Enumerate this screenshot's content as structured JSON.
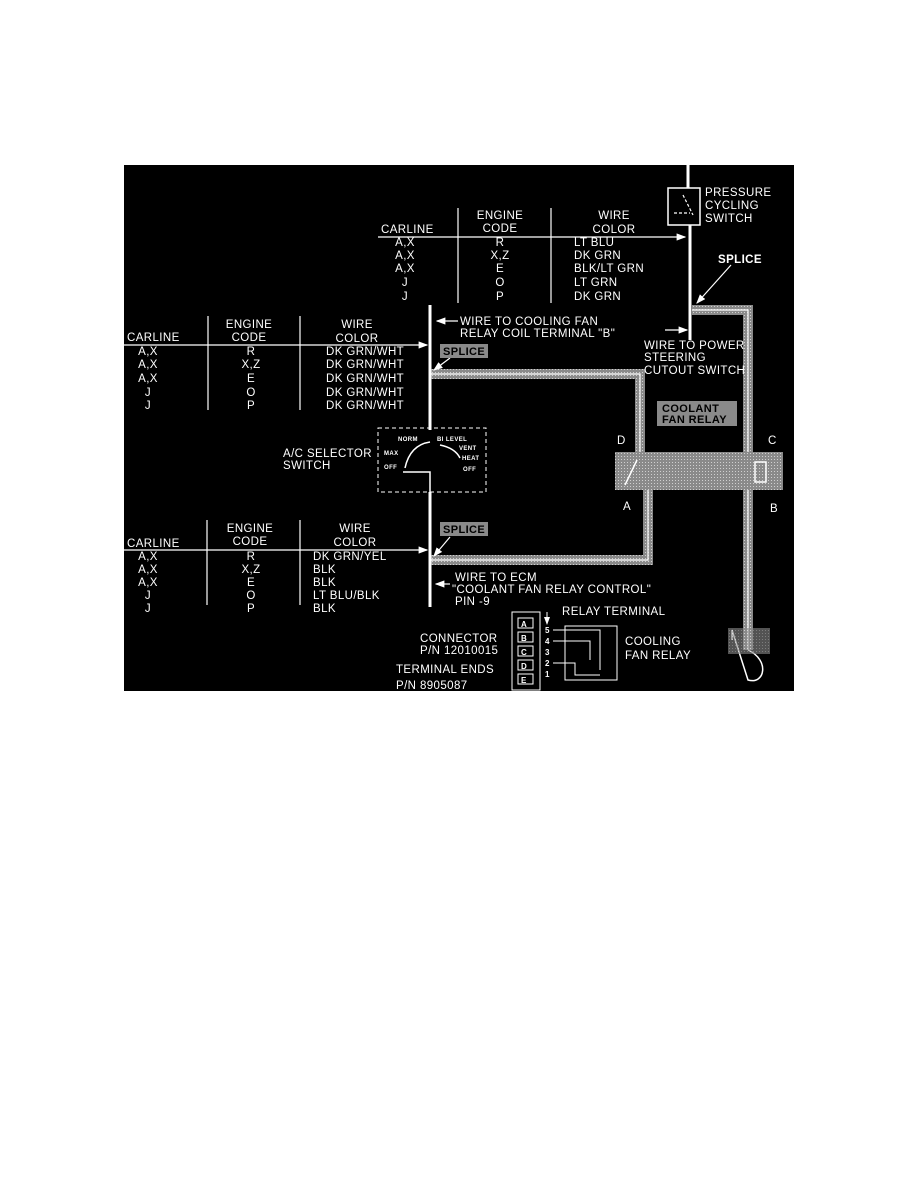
{
  "colors": {
    "background": "#000000",
    "line": "#ffffff",
    "harness": "#9a9a9a"
  },
  "table_top": {
    "headers": {
      "carline": "CARLINE",
      "engine_1": "ENGINE",
      "engine_2": "CODE",
      "wire_1": "WIRE",
      "wire_2": "COLOR"
    },
    "rows": [
      {
        "carline": "A,X",
        "engine": "R",
        "wire": "LT BLU"
      },
      {
        "carline": "A,X",
        "engine": "X,Z",
        "wire": "DK GRN"
      },
      {
        "carline": "A,X",
        "engine": "E",
        "wire": "BLK/LT GRN"
      },
      {
        "carline": "J",
        "engine": "O",
        "wire": "LT GRN"
      },
      {
        "carline": "J",
        "engine": "P",
        "wire": "DK GRN"
      }
    ]
  },
  "table_mid": {
    "headers": {
      "carline": "CARLINE",
      "engine_1": "ENGINE",
      "engine_2": "CODE",
      "wire_1": "WIRE",
      "wire_2": "COLOR"
    },
    "rows": [
      {
        "carline": "A,X",
        "engine": "R",
        "wire": "DK GRN/WHT"
      },
      {
        "carline": "A,X",
        "engine": "X,Z",
        "wire": "DK GRN/WHT"
      },
      {
        "carline": "A,X",
        "engine": "E",
        "wire": "DK GRN/WHT"
      },
      {
        "carline": "J",
        "engine": "O",
        "wire": "DK GRN/WHT"
      },
      {
        "carline": "J",
        "engine": "P",
        "wire": "DK GRN/WHT"
      }
    ]
  },
  "table_bottom": {
    "headers": {
      "carline": "CARLINE",
      "engine_1": "ENGINE",
      "engine_2": "CODE",
      "wire_1": "WIRE",
      "wire_2": "COLOR"
    },
    "rows": [
      {
        "carline": "A,X",
        "engine": "R",
        "wire": "DK GRN/YEL"
      },
      {
        "carline": "A,X",
        "engine": "X,Z",
        "wire": "BLK"
      },
      {
        "carline": "A,X",
        "engine": "E",
        "wire": "BLK"
      },
      {
        "carline": "J",
        "engine": "O",
        "wire": "LT BLU/BLK"
      },
      {
        "carline": "J",
        "engine": "P",
        "wire": "BLK"
      }
    ]
  },
  "labels": {
    "pressure_switch": [
      "PRESSURE",
      "CYCLING",
      "SWITCH"
    ],
    "splice": "SPLICE",
    "power_steering": [
      "WIRE TO POWER",
      "STEERING",
      "CUTOUT SWITCH"
    ],
    "cooling_fan_wire": [
      "WIRE TO COOLING FAN",
      "RELAY COIL TERMINAL \"B\""
    ],
    "coolant_fan_relay": [
      "COOLANT",
      "FAN RELAY"
    ],
    "ac_selector": [
      "A/C SELECTOR",
      "SWITCH"
    ],
    "selector_positions": {
      "norm": "NORM",
      "max": "MAX",
      "off_left": "OFF",
      "bi_level": "BI LEVEL",
      "vent": "VENT",
      "heat": "HEAT",
      "off_right": "OFF"
    },
    "relay_terminals": {
      "a": "A",
      "b": "B",
      "c": "C",
      "d": "D"
    },
    "ecm_wire": [
      "WIRE TO ECM",
      "\"COOLANT FAN RELAY CONTROL\"",
      "PIN -9"
    ],
    "relay_terminal": "RELAY TERMINAL",
    "connector": [
      "CONNECTOR",
      "P/N 12010015"
    ],
    "terminal_ends": [
      "TERMINAL ENDS",
      "P/N 8905087"
    ],
    "cooling_fan_relay": [
      "COOLING",
      "FAN RELAY"
    ],
    "connector_cavities": [
      "A",
      "B",
      "C",
      "D",
      "E"
    ],
    "pin_numbers": [
      "5",
      "4",
      "3",
      "2",
      "1"
    ]
  }
}
